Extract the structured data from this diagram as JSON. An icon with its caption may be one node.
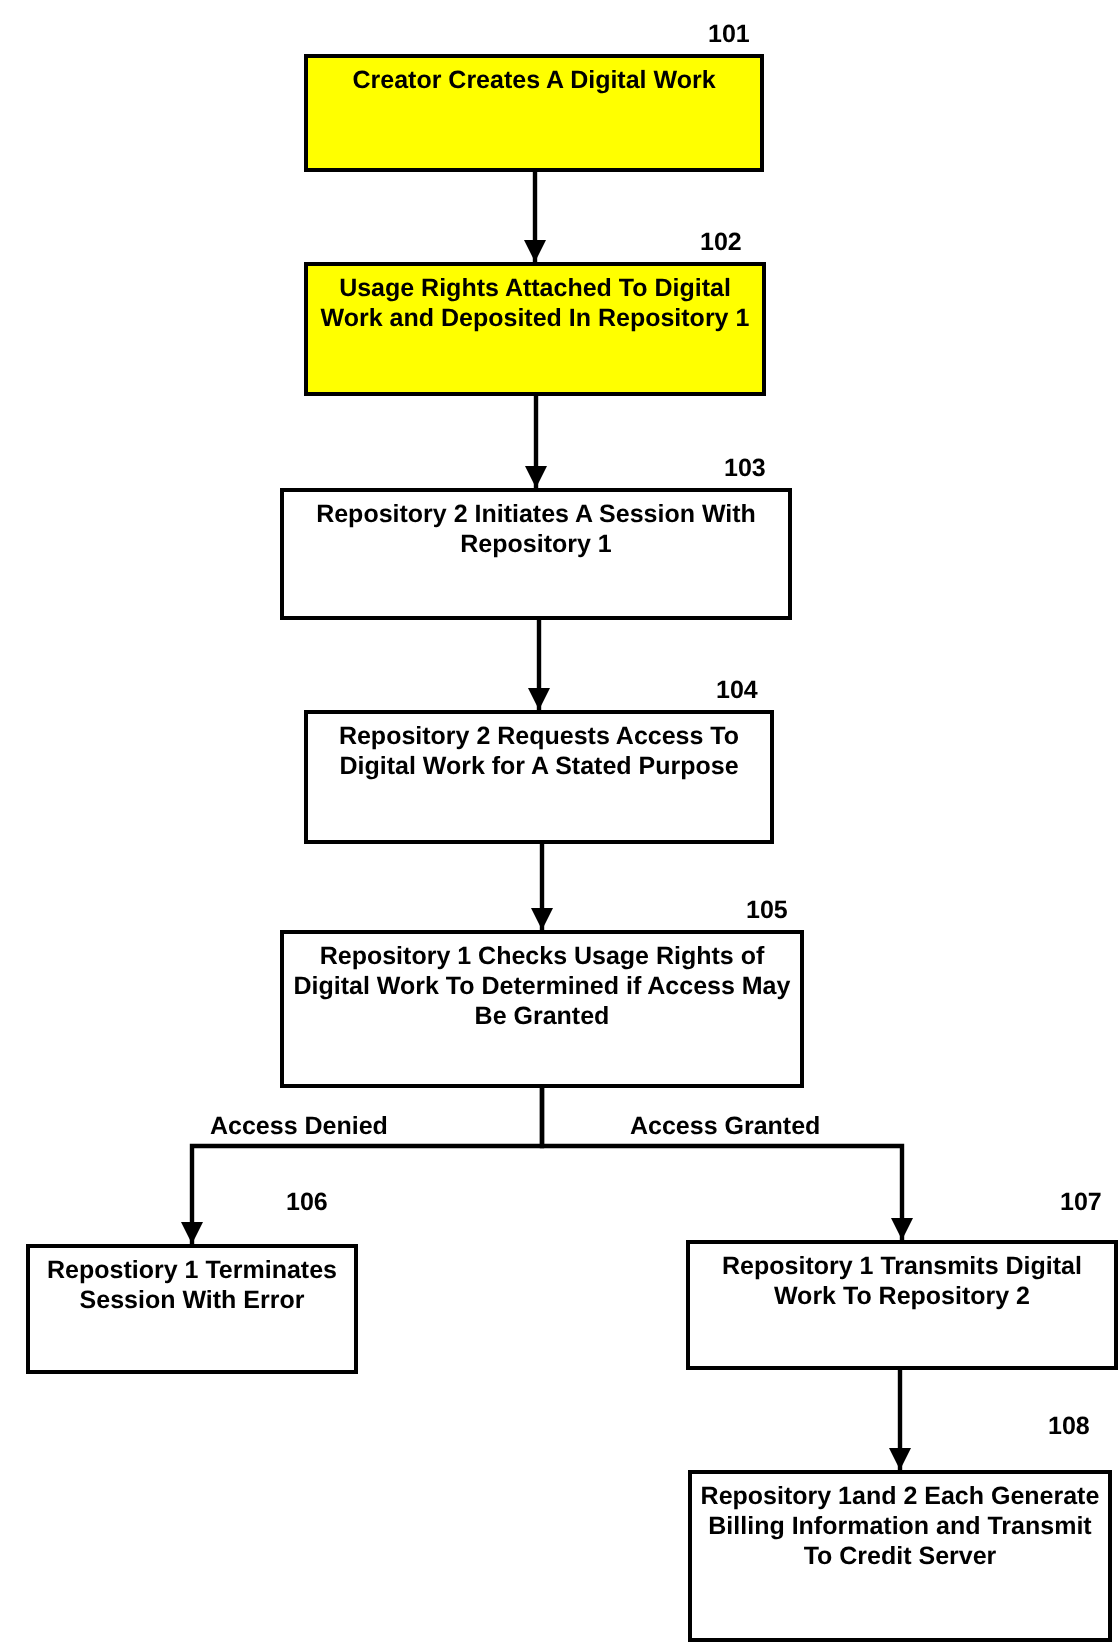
{
  "diagram": {
    "nodes": [
      {
        "text": [
          "Creator Creates A Digital Work"
        ],
        "beside": [
          "101"
        ]
      },
      {
        "text": [
          "Usage Rights Attached To Digital Work and Deposited In Repository 1"
        ],
        "beside": [
          "102"
        ]
      },
      {
        "text": [
          "Repository 2 Initiates A Session With Repository 1"
        ],
        "beside": [
          "103"
        ]
      },
      {
        "text": [
          "Repository 2 Requests Access To Digital Work for A Stated Purpose"
        ],
        "beside": [
          "104"
        ]
      },
      {
        "text": [
          "Repository 1 Checks Usage Rights of Digital Work To Determined if Access May Be Granted"
        ],
        "beside": [
          "105"
        ]
      },
      {
        "text": [
          "Repostiory 1 Terminates Session With Error"
        ],
        "beside": [
          "106"
        ]
      },
      {
        "text": [
          "Repository 1 Transmits Digital Work To Repository 2"
        ],
        "beside": [
          "107"
        ]
      },
      {
        "text": [
          "Repository 1and 2 Each Generate Billing Information and Transmit To Credit Server"
        ],
        "beside": [
          "108"
        ]
      }
    ],
    "edges": [
      {
        "from": 0,
        "to": 1,
        "arrow": "to"
      },
      {
        "from": 1,
        "to": 2,
        "arrow": "to"
      },
      {
        "from": 2,
        "to": 3,
        "arrow": "to"
      },
      {
        "from": 3,
        "to": 4,
        "arrow": "to"
      },
      {
        "from": 4,
        "to": 5,
        "arrow": "to",
        "label": "Access Denied"
      },
      {
        "from": 4,
        "to": 6,
        "arrow": "to",
        "label": "Access Granted"
      },
      {
        "from": 6,
        "to": 7,
        "arrow": "to"
      }
    ]
  }
}
